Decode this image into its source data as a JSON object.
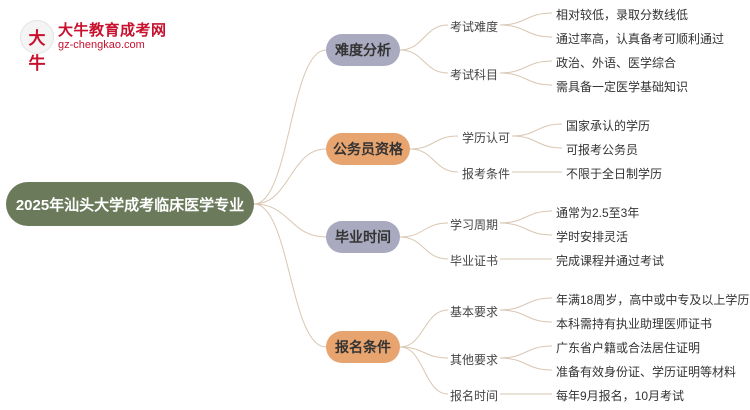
{
  "logo": {
    "icon_text": "大牛",
    "title": "大牛教育成考网",
    "url": "gz-chengkao.com"
  },
  "root": {
    "label": "2025年汕头大学成考临床医学专业"
  },
  "branches": [
    {
      "label": "难度分析",
      "subs": [
        {
          "label": "考试难度",
          "leaves": [
            "相对较低，录取分数线低",
            "通过率高，认真备考可顺利通过"
          ]
        },
        {
          "label": "考试科目",
          "leaves": [
            "政治、外语、医学综合",
            "需具备一定医学基础知识"
          ]
        }
      ]
    },
    {
      "label": "公务员资格",
      "subs": [
        {
          "label": "学历认可",
          "leaves": [
            "国家承认的学历",
            "可报考公务员"
          ]
        },
        {
          "label": "报考条件",
          "leaves": [
            "不限于全日制学历"
          ]
        }
      ]
    },
    {
      "label": "毕业时间",
      "subs": [
        {
          "label": "学习周期",
          "leaves": [
            "通常为2.5至3年",
            "学时安排灵活"
          ]
        },
        {
          "label": "毕业证书",
          "leaves": [
            "完成课程并通过考试"
          ]
        }
      ]
    },
    {
      "label": "报名条件",
      "subs": [
        {
          "label": "基本要求",
          "leaves": [
            "年满18周岁，高中或中专及以上学历",
            "本科需持有执业助理医师证书"
          ]
        },
        {
          "label": "其他要求",
          "leaves": [
            "广东省户籍或合法居住证明",
            "准备有效身份证、学历证明等材料"
          ]
        },
        {
          "label": "报名时间",
          "leaves": [
            "每年9月报名，10月考试"
          ]
        }
      ]
    }
  ]
}
